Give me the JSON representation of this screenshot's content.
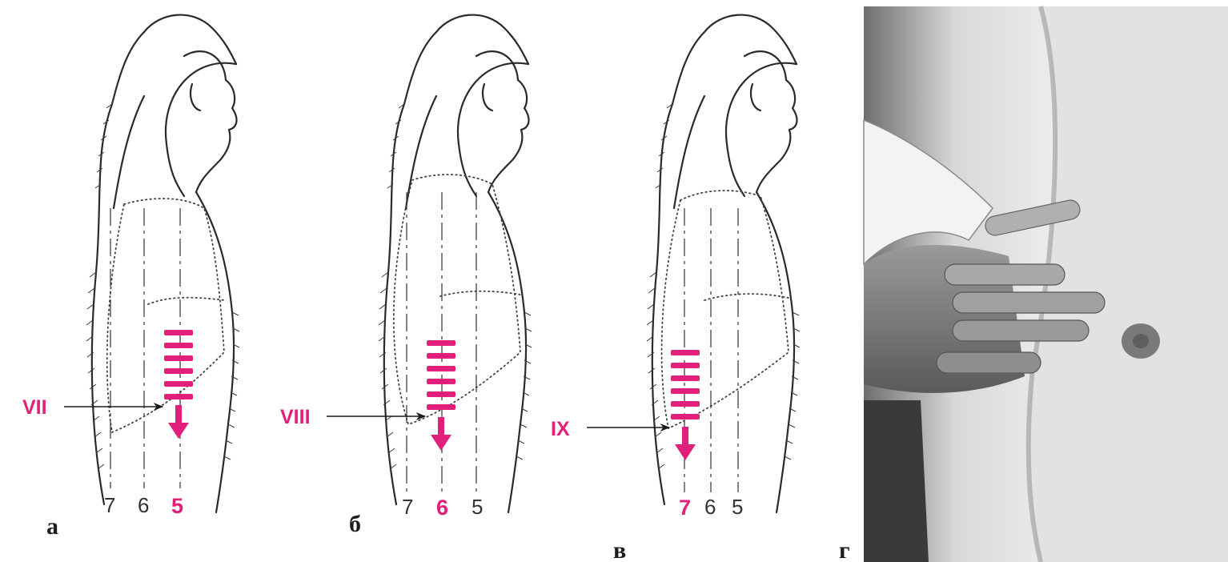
{
  "panels": [
    {
      "label": "а",
      "rib": "VII",
      "lines": [
        {
          "text": "7",
          "highlight": false
        },
        {
          "text": "6",
          "highlight": false
        },
        {
          "text": "5",
          "highlight": true
        }
      ]
    },
    {
      "label": "б",
      "rib": "VIII",
      "lines": [
        {
          "text": "7",
          "highlight": false
        },
        {
          "text": "6",
          "highlight": true
        },
        {
          "text": "5",
          "highlight": false
        }
      ]
    },
    {
      "label": "в",
      "rib": "IX",
      "lines": [
        {
          "text": "7",
          "highlight": true
        },
        {
          "text": "6",
          "highlight": false
        },
        {
          "text": "5",
          "highlight": false
        }
      ]
    },
    {
      "label": "г"
    }
  ],
  "colors": {
    "accent": "#e0207a",
    "ink": "#2a2a2a"
  }
}
